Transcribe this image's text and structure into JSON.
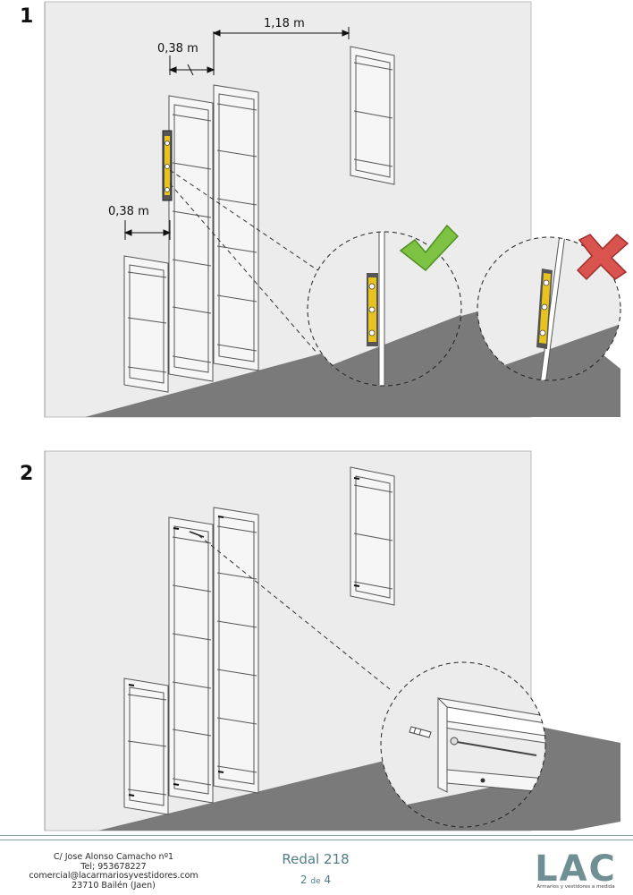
{
  "steps": {
    "step1": {
      "number": "1",
      "dim_top_left": "0,38 m",
      "dim_top_right": "1,18 m",
      "dim_bottom_left": "0,38 m"
    },
    "step2": {
      "number": "2"
    }
  },
  "footer": {
    "address_lines": [
      "C/ Jose Alonso Camacho nº1",
      "Tel; 953678227",
      "comercial@lacarmariosyvestidores.com",
      "23710 Bailén (Jaen)"
    ],
    "product_title": "Redal 218",
    "page_current": "2",
    "page_of": "de",
    "page_total": "4",
    "logo_letters": "LAC",
    "logo_tagline": "Armarios y vestidores a medida"
  },
  "colors": {
    "wall": "#ececec",
    "floor": "#7a7a7a",
    "brand": "#4f7d86",
    "check": "#7dc242",
    "cross": "#d9534f",
    "level": "#e8c31f"
  },
  "icons": [
    "check-icon",
    "cross-icon",
    "spirit-level-icon",
    "wall-plug-icon",
    "screw-icon"
  ]
}
